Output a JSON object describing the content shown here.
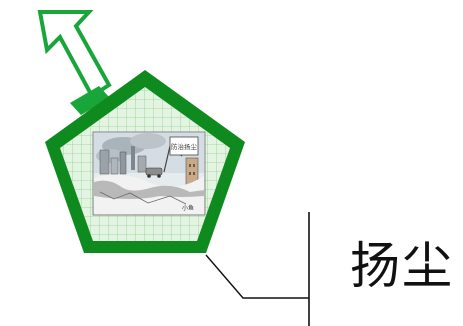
{
  "diagram": {
    "label": "扬尘",
    "icon": "pentagon-with-pollution-photo",
    "arrow_icon": "outward-arrow-icon",
    "colors": {
      "pentagon_border": "#0f8a1e",
      "pentagon_fill": "#e4f4e2",
      "grid_line": "#8fcf8a",
      "arrow_outline": "#18a53a",
      "arrow_base": "#18a53a",
      "connector_line": "#111111"
    },
    "photo": {
      "sign_text": "防治扬尘",
      "signature": "小鱼"
    }
  }
}
